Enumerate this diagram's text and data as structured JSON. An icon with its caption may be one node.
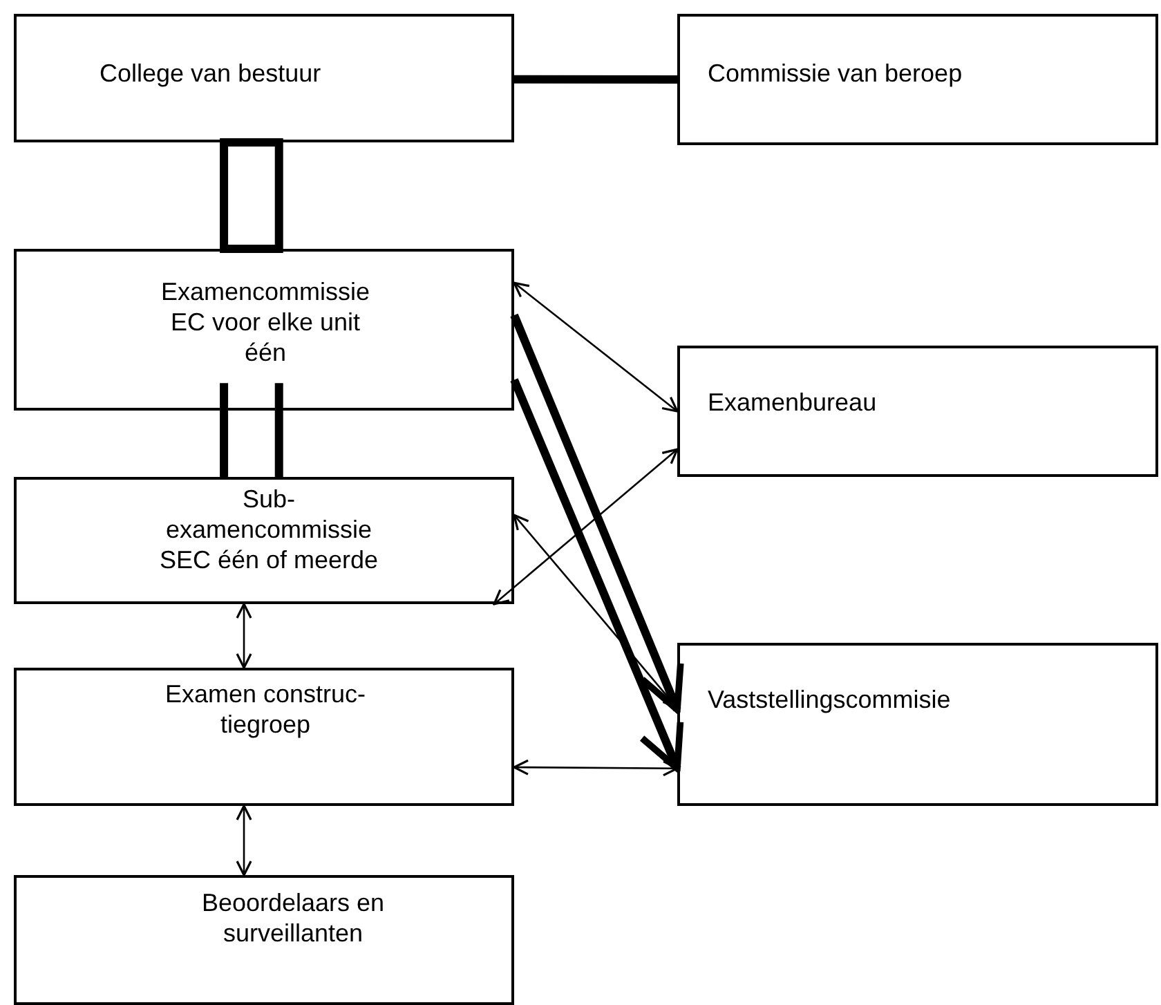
{
  "diagram": {
    "nodes": [
      {
        "text": [
          "College van bestuur"
        ]
      },
      {
        "text": [
          "Commissie van beroep"
        ]
      },
      {
        "text": [
          "Examencommissie EC  voor elke unit één"
        ]
      },
      {
        "text": [
          "Examenbureau"
        ]
      },
      {
        "text": [
          "Sub-examencommissie SEC één of meerde"
        ]
      },
      {
        "text": [
          "Examen construc-tiegroep"
        ]
      },
      {
        "text": [
          "Vaststellingscommisie"
        ]
      },
      {
        "text": [
          "Beoordelaars en surveillanten"
        ]
      }
    ],
    "edges": [
      {
        "from": 0,
        "to": 1,
        "arrow": "none",
        "style": "thick"
      },
      {
        "from": 0,
        "to": 2,
        "arrow": "none",
        "style": "thick"
      },
      {
        "from": 2,
        "to": 4,
        "arrow": "none",
        "style": "thick"
      },
      {
        "from": 2,
        "to": 3,
        "arrow": "both"
      },
      {
        "from": 2,
        "to": 6,
        "arrow": "to",
        "style": "thick"
      },
      {
        "from": 2,
        "to": 6,
        "arrow": "to",
        "style": "thick"
      },
      {
        "from": 4,
        "to": 3,
        "arrow": "both"
      },
      {
        "from": 4,
        "to": 6,
        "arrow": "both"
      },
      {
        "from": 4,
        "to": 5,
        "arrow": "both"
      },
      {
        "from": 5,
        "to": 6,
        "arrow": "both"
      },
      {
        "from": 5,
        "to": 7,
        "arrow": "both"
      }
    ]
  }
}
